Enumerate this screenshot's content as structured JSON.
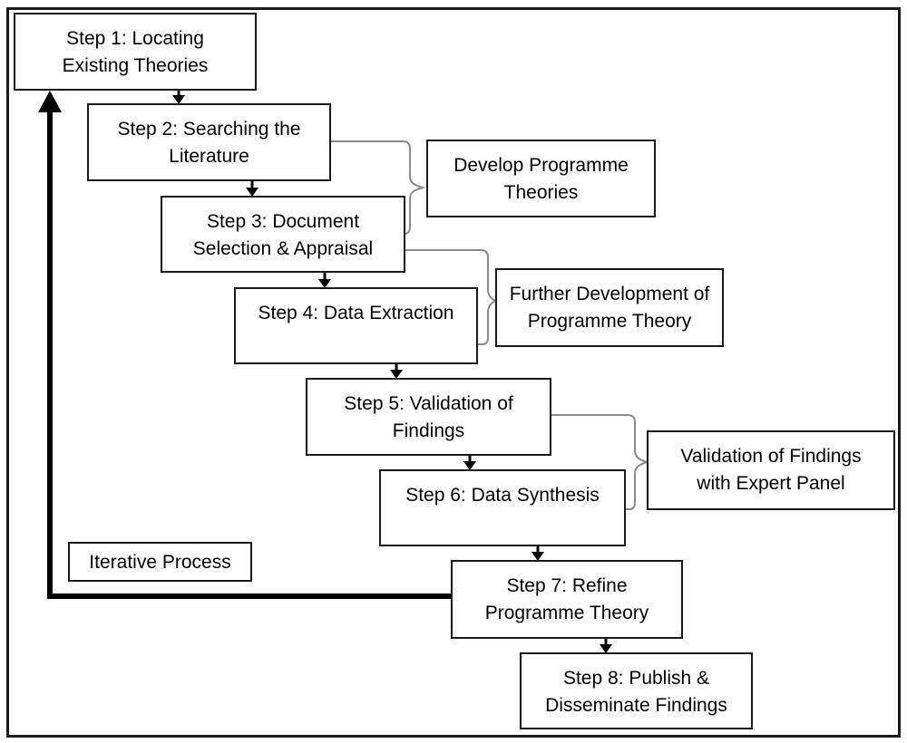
{
  "diagram": {
    "steps": [
      {
        "line1": "Step 1: Locating",
        "line2": "Existing Theories"
      },
      {
        "line1": "Step 2: Searching the",
        "line2": "Literature"
      },
      {
        "line1": "Step 3: Document",
        "line2": "Selection & Appraisal"
      },
      {
        "line1": "Step 4: Data Extraction",
        "line2": ""
      },
      {
        "line1": "Step 5: Validation of",
        "line2": "Findings"
      },
      {
        "line1": "Step 6: Data Synthesis",
        "line2": ""
      },
      {
        "line1": "Step 7: Refine",
        "line2": "Programme Theory"
      },
      {
        "line1": "Step 8: Publish &",
        "line2": "Disseminate Findings"
      }
    ],
    "annotations": [
      {
        "line1": "Develop Programme",
        "line2": "Theories"
      },
      {
        "line1": "Further Development of",
        "line2": "Programme Theory"
      },
      {
        "line1": "Validation of Findings",
        "line2": "with Expert Panel"
      }
    ],
    "iterative_label": "Iterative Process",
    "colors": {
      "box_border": "#1a1a1a",
      "bracket": "#8a8a8a",
      "arrow": "#000000",
      "text": "#000000",
      "background": "#ffffff"
    }
  }
}
